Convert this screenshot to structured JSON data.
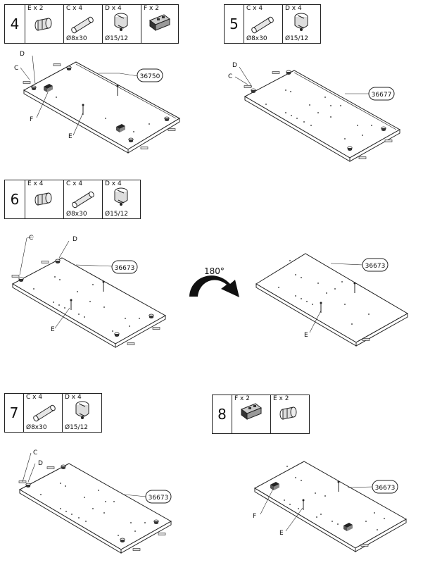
{
  "steps": [
    {
      "number": "4",
      "parts": [
        {
          "qty": "E x 2",
          "icon": "dowel-icon",
          "dim": ""
        },
        {
          "qty": "C x 4",
          "icon": "wood-dowel-icon",
          "dim": "Ø8x30"
        },
        {
          "qty": "D x 4",
          "icon": "cam-lock-icon",
          "dim": "Ø15/12"
        },
        {
          "qty": "F x 2",
          "icon": "bracket-icon",
          "dim": ""
        }
      ],
      "panel_code": "36750",
      "labels": [
        "D",
        "C",
        "F",
        "E"
      ]
    },
    {
      "number": "5",
      "parts": [
        {
          "qty": "C x 4",
          "icon": "wood-dowel-icon",
          "dim": "Ø8x30"
        },
        {
          "qty": "D x 4",
          "icon": "cam-lock-icon",
          "dim": "Ø15/12"
        }
      ],
      "panel_code": "36677",
      "labels": [
        "D",
        "C"
      ]
    },
    {
      "number": "6",
      "parts": [
        {
          "qty": "E x 4",
          "icon": "dowel-icon",
          "dim": ""
        },
        {
          "qty": "C x 4",
          "icon": "wood-dowel-icon",
          "dim": "Ø8x30"
        },
        {
          "qty": "D x 4",
          "icon": "cam-lock-icon",
          "dim": "Ø15/12"
        }
      ],
      "panel_code": "36673",
      "panel_code_2": "36673",
      "labels": [
        "C",
        "D",
        "E"
      ],
      "rotation": "180°",
      "label_2": "E"
    },
    {
      "number": "7",
      "parts": [
        {
          "qty": "C x 4",
          "icon": "wood-dowel-icon",
          "dim": "Ø8x30"
        },
        {
          "qty": "D x 4",
          "icon": "cam-lock-icon",
          "dim": "Ø15/12"
        }
      ],
      "panel_code": "36673",
      "labels": [
        "C",
        "D"
      ]
    },
    {
      "number": "8",
      "parts": [
        {
          "qty": "F x 2",
          "icon": "bracket-icon",
          "dim": ""
        },
        {
          "qty": "E x 2",
          "icon": "dowel-icon",
          "dim": ""
        }
      ],
      "panel_code": "36673",
      "labels": [
        "F",
        "E"
      ]
    }
  ]
}
